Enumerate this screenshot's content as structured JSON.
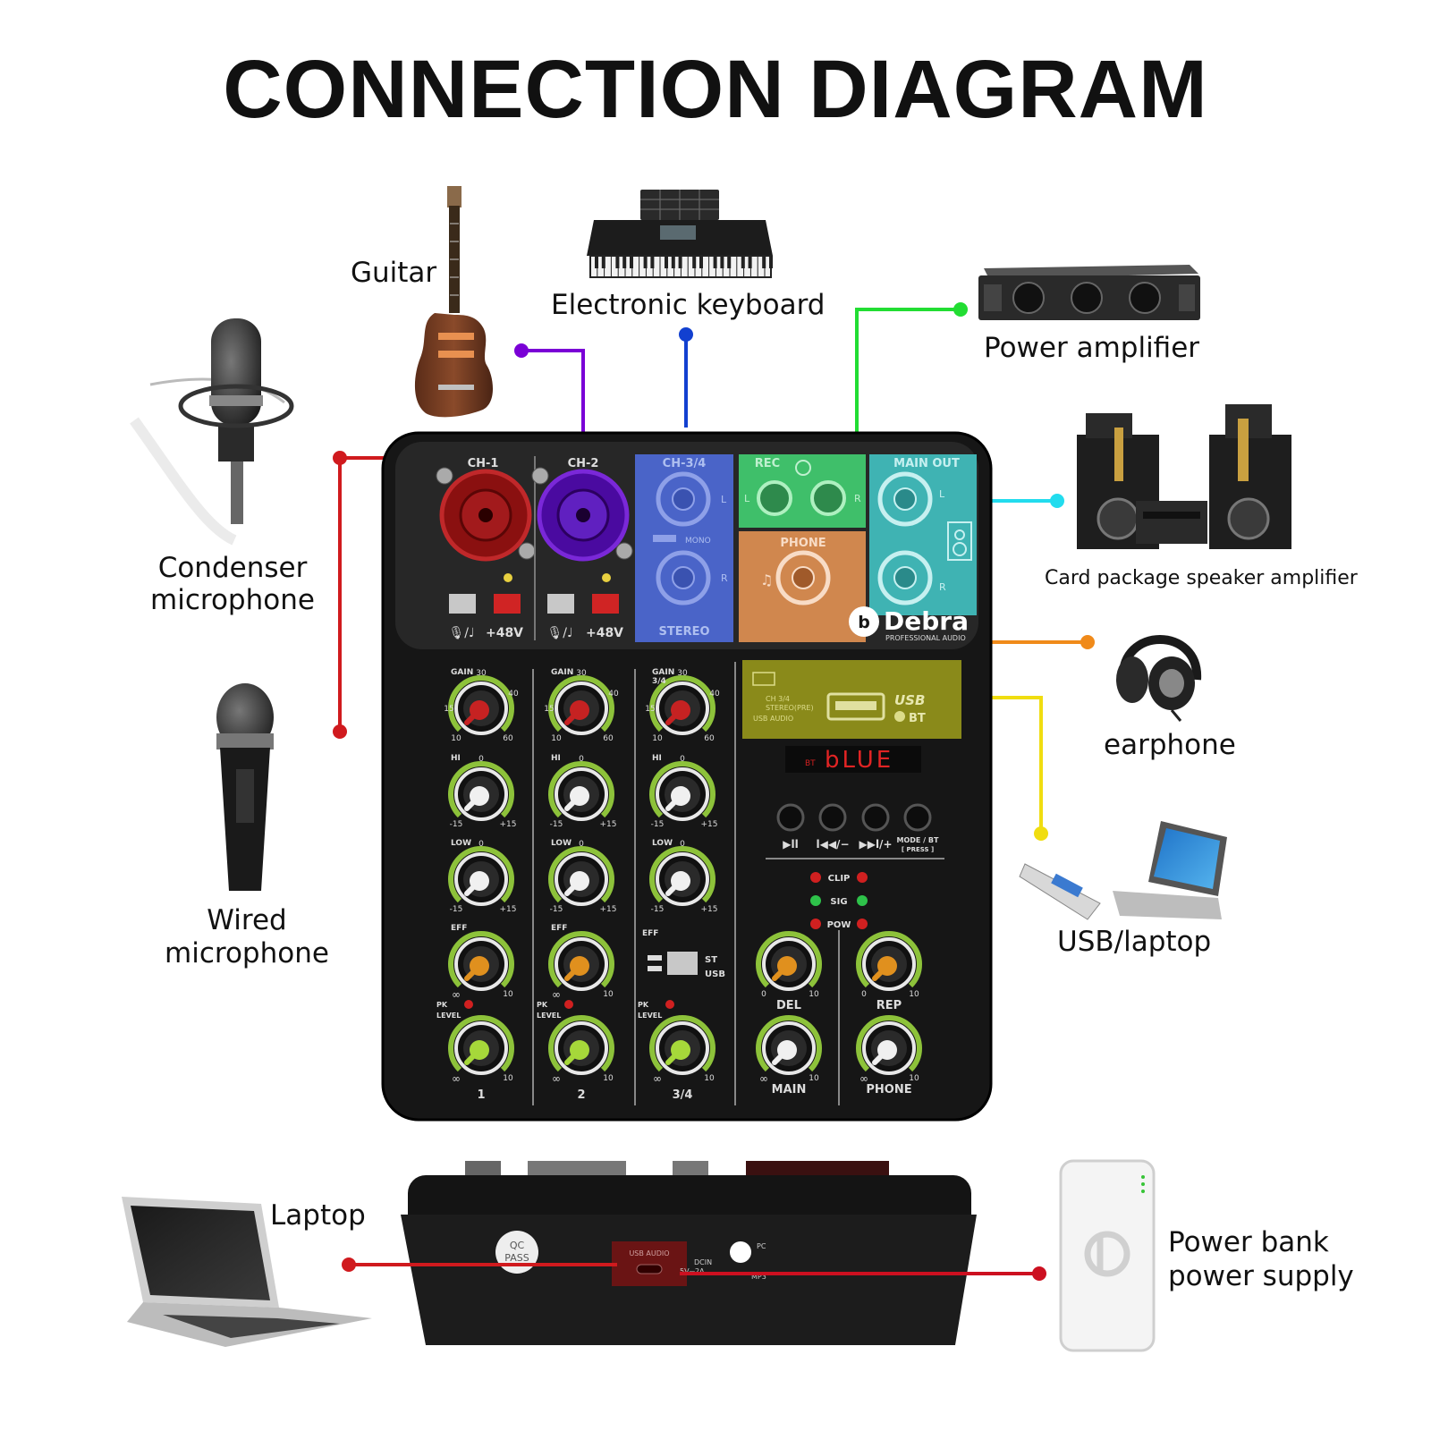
{
  "title": "CONNECTION DIAGRAM",
  "devices": {
    "guitar": "Guitar",
    "keyboard": "Electronic keyboard",
    "power_amp": "Power amplifier",
    "condenser_mic_line1": "Condenser",
    "condenser_mic_line2": "microphone",
    "speakers": "Card package speaker amplifier",
    "earphone": "earphone",
    "wired_mic_line1": "Wired",
    "wired_mic_line2": "microphone",
    "usb_laptop": "USB/laptop",
    "laptop": "Laptop",
    "power_bank_line1": "Power bank",
    "power_bank_line2": "power supply"
  },
  "mixer": {
    "brand": "Debra",
    "brand_sub": "PROFESSIONAL AUDIO",
    "sections": {
      "ch1": "CH-1",
      "ch2": "CH-2",
      "ch34": "CH-3/4",
      "rec": "REC",
      "main_out": "MAIN OUT",
      "phone": "PHONE",
      "stereo": "STEREO",
      "mono": "MONO",
      "phantom": "+48V"
    },
    "knob_labels": {
      "gain": "GAIN",
      "gain34": "3/4",
      "hi": "HI",
      "low": "LOW",
      "eff": "EFF",
      "pk_level_1": "PK",
      "pk_level_2": "LEVEL",
      "del": "DEL",
      "rep": "REP",
      "main": "MAIN",
      "phone": "PHONE"
    },
    "scales": {
      "g30": "30",
      "g40": "40",
      "g15": "15",
      "g10": "10",
      "g60": "60",
      "zero": "0",
      "minus15": "-15",
      "plus15": "+15",
      "inf": "∞",
      "ten": "10"
    },
    "channel_numbers": [
      "1",
      "2",
      "3/4"
    ],
    "display": "bLUE",
    "display_tag": "BT",
    "usb_panel": {
      "usb": "USB",
      "bt": "BT",
      "line1": "CH 3/4",
      "line2": "STEREO(PRE)",
      "line3": "USB AUDIO"
    },
    "transport": [
      "▶ll",
      "l◀◀/−",
      "▶▶l/+",
      "MODE / BT"
    ],
    "transport_sub": "[ PRESS ]",
    "leds": [
      "CLIP",
      "SIG",
      "POW"
    ],
    "st_usb": [
      "ST",
      "USB"
    ],
    "rear": {
      "qc1": "QC",
      "qc2": "PASS",
      "usb_audio": "USB AUDIO",
      "dcin": "DCIN",
      "dcv": "5V⎓2A",
      "pc": "PC",
      "mp3": "MP3"
    }
  },
  "colors": {
    "ch1": "#d01a1e",
    "ch2": "#7a00d6",
    "ch34": "#1240d0",
    "rec": "#22dd33",
    "main_out": "#22dcee",
    "phone": "#f08a1a",
    "usb": "#f0dd10",
    "power": "#cc1020"
  }
}
